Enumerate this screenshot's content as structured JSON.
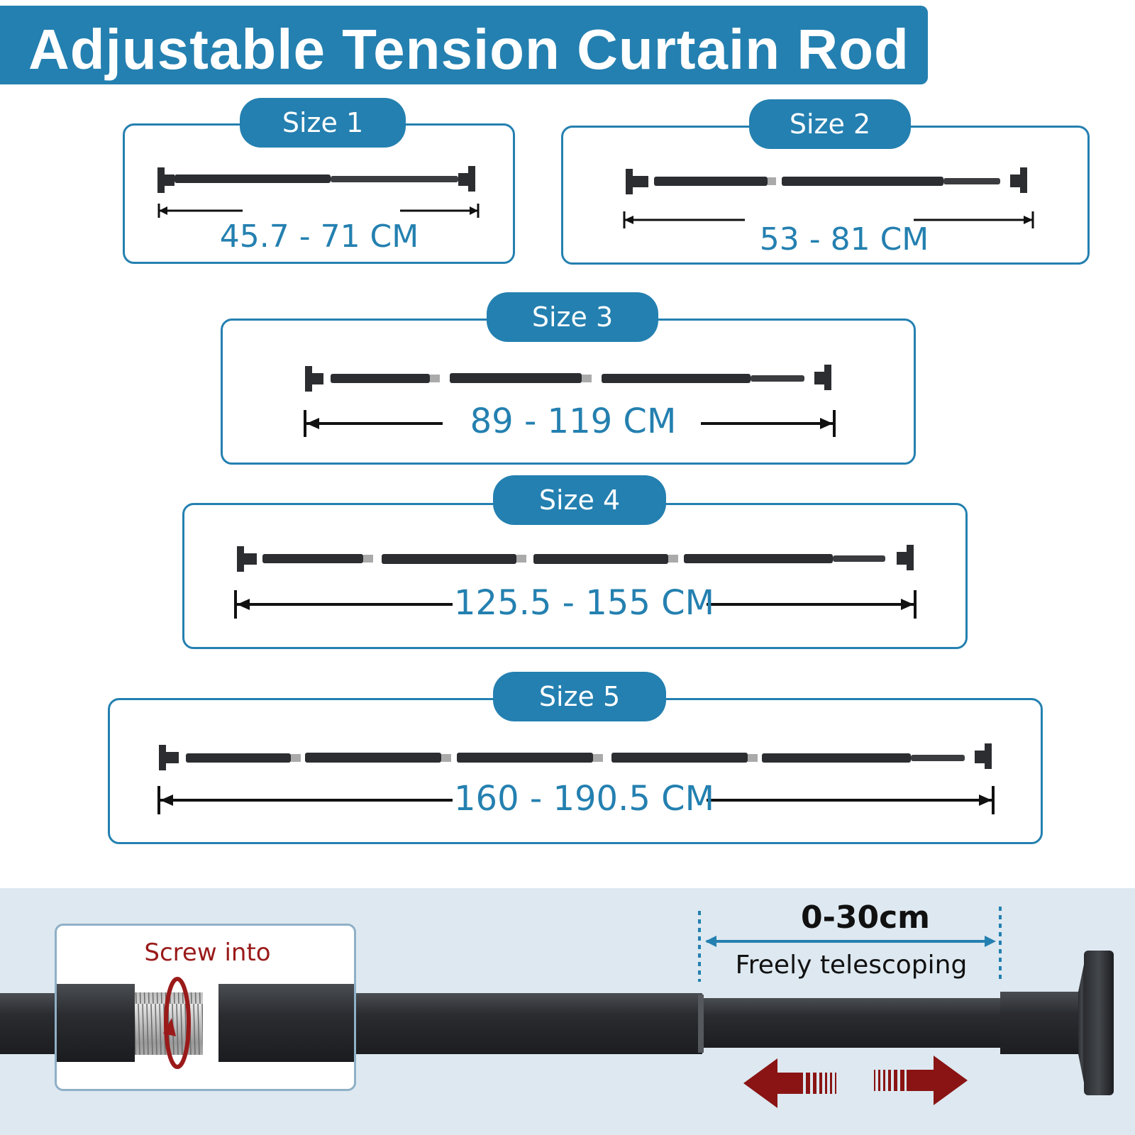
{
  "title": "Adjustable Tension Curtain Rod",
  "sizes": [
    {
      "label": "Size 1",
      "range": "45.7 - 71 CM"
    },
    {
      "label": "Size 2",
      "range": "53 - 81 CM"
    },
    {
      "label": "Size 3",
      "range": "89 - 119 CM"
    },
    {
      "label": "Size 4",
      "range": "125.5 - 155 CM"
    },
    {
      "label": "Size 5",
      "range": "160 - 190.5 CM"
    }
  ],
  "detail": {
    "screw_label": "Screw into",
    "range_label": "0-30cm",
    "telescoping_label": "Freely telescoping"
  },
  "colors": {
    "accent": "#2480b0",
    "rod": "#2b2d30",
    "arrow": "#8a1414",
    "panel": "#dde8f0"
  },
  "icons": [
    "rotate-arrow-icon",
    "arrow-left-icon",
    "arrow-right-icon"
  ]
}
